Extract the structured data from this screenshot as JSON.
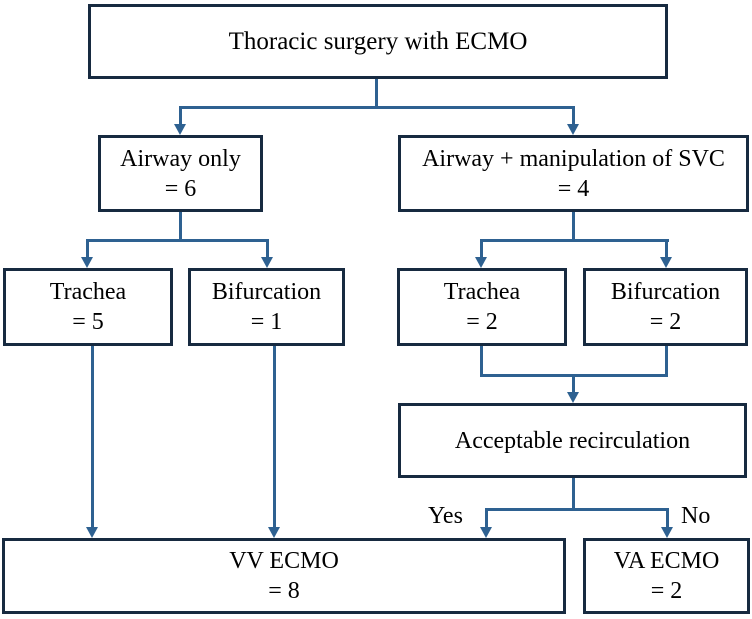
{
  "colors": {
    "connector": "#2e6191",
    "box_border": "#172a40",
    "box_fill": "#ffffff",
    "text": "#000000",
    "page_background": "#ffffff"
  },
  "flowchart": {
    "nodes": {
      "root": {
        "label": "Thoracic surgery with ECMO"
      },
      "airway_only": {
        "label": "Airway only",
        "count": "= 6"
      },
      "airway_svc": {
        "label": "Airway + manipulation of SVC",
        "count": "= 4"
      },
      "trachea_airway_only": {
        "label": "Trachea",
        "count": "= 5"
      },
      "bifurcation_airway_only": {
        "label": "Bifurcation",
        "count": "= 1"
      },
      "trachea_airway_svc": {
        "label": "Trachea",
        "count": "= 2"
      },
      "bifurcation_airway_svc": {
        "label": "Bifurcation",
        "count": "= 2"
      },
      "recirculation": {
        "label": "Acceptable recirculation"
      },
      "vv_ecmo": {
        "label": "VV ECMO",
        "count": "= 8"
      },
      "va_ecmo": {
        "label": "VA ECMO",
        "count": "= 2"
      }
    },
    "edge_labels": {
      "yes": "Yes",
      "no": "No"
    }
  }
}
